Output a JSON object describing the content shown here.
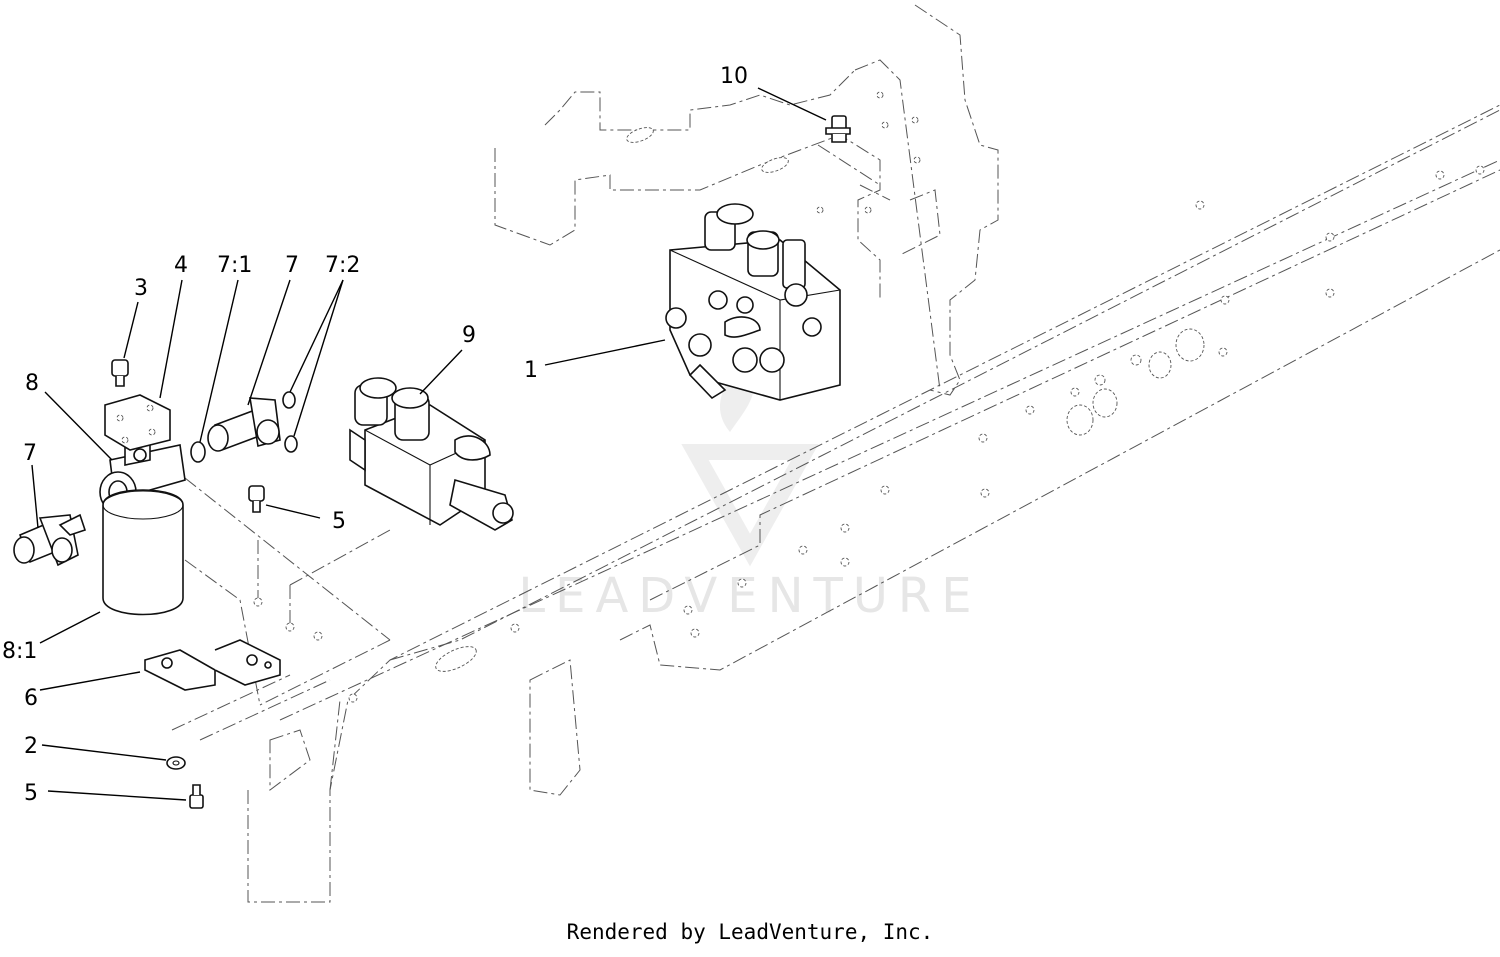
{
  "callouts": [
    {
      "id": "c10",
      "label": "10"
    },
    {
      "id": "c3",
      "label": "3"
    },
    {
      "id": "c4",
      "label": "4"
    },
    {
      "id": "c71a",
      "label": "7:1"
    },
    {
      "id": "c7a",
      "label": "7"
    },
    {
      "id": "c72",
      "label": "7:2"
    },
    {
      "id": "c9",
      "label": "9"
    },
    {
      "id": "c1",
      "label": "1"
    },
    {
      "id": "c8",
      "label": "8"
    },
    {
      "id": "c7b",
      "label": "7"
    },
    {
      "id": "c5a",
      "label": "5"
    },
    {
      "id": "c81",
      "label": "8:1"
    },
    {
      "id": "c6",
      "label": "6"
    },
    {
      "id": "c2",
      "label": "2"
    },
    {
      "id": "c5b",
      "label": "5"
    }
  ],
  "watermark": "LEADVENTURE",
  "credit": "Rendered by LeadVenture, Inc."
}
